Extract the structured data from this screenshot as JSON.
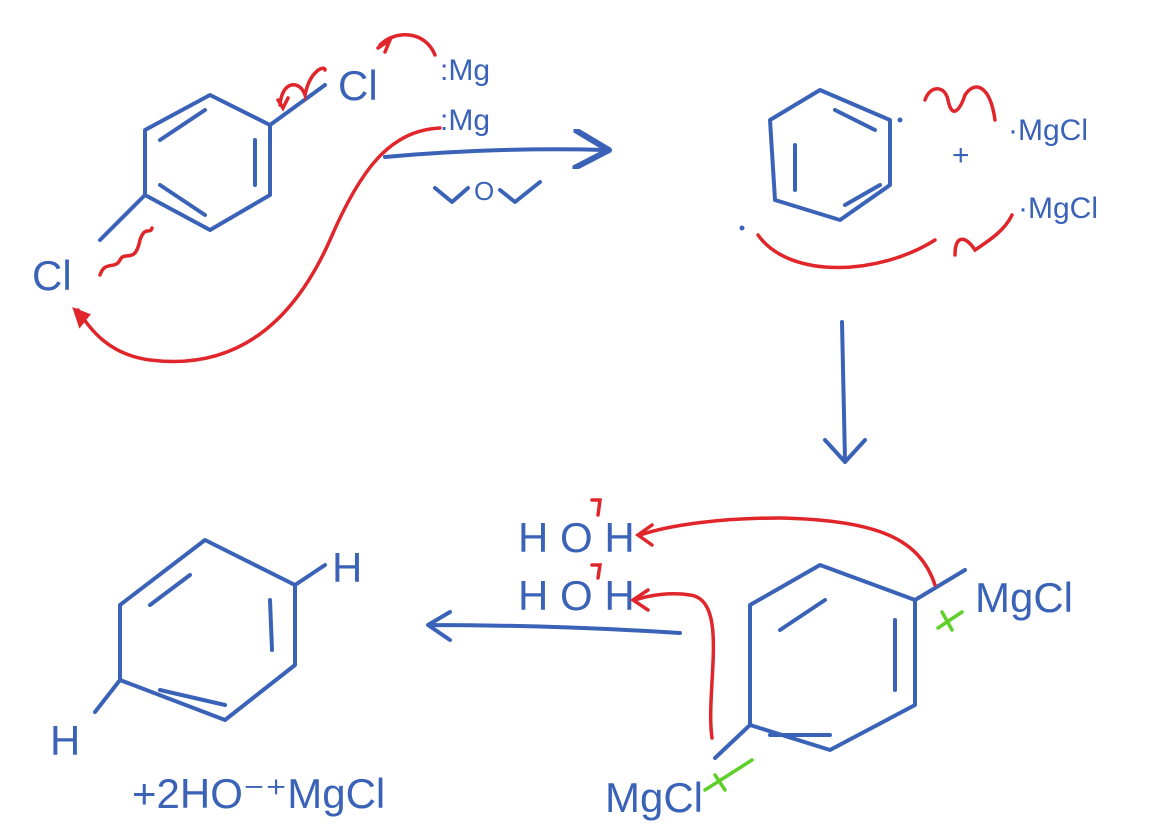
{
  "colors": {
    "structure": "#3a63b8",
    "electron_arrows": "#e0252b",
    "bond_marks": "#5fcf2a"
  },
  "step1": {
    "cl_top": "Cl",
    "cl_bottom": "Cl",
    "mg_top": ":Mg",
    "mg_bottom": ":Mg",
    "solvent_o": "O"
  },
  "step2": {
    "plus": "+",
    "mgcl_top": "·MgCl",
    "mgcl_bottom": "·MgCl"
  },
  "step3": {
    "water_top": "H O H",
    "water_bottom": "H O H",
    "mgcl_right": "MgCl",
    "mgcl_bottom": "MgCl"
  },
  "product": {
    "h_right": "H",
    "h_left": "H",
    "byproduct": "+2HO⁻⁺MgCl"
  }
}
